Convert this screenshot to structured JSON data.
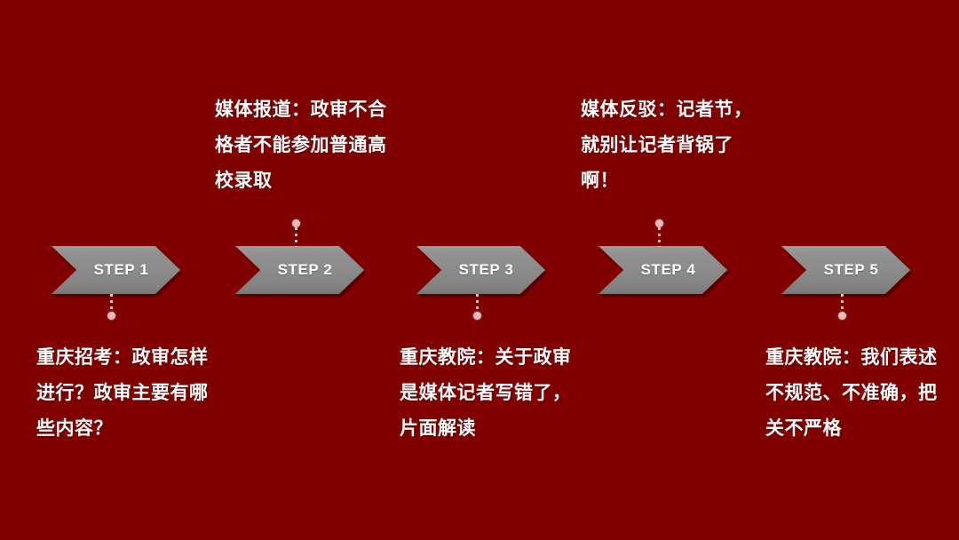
{
  "slide": {
    "background_color": "#800000",
    "shape_color": "#8a8a8a",
    "text_color": "#ffffff",
    "connector_color": "#e3bcbc"
  },
  "steps": [
    {
      "label": "STEP 1",
      "caption": "重庆招考：政审怎样进行？政审主要有哪些内容？",
      "caption_position": "below"
    },
    {
      "label": "STEP 2",
      "caption": "媒体报道：政审不合格者不能参加普通高校录取",
      "caption_position": "above"
    },
    {
      "label": "STEP 3",
      "caption": "重庆教院：关于政审是媒体记者写错了，片面解读",
      "caption_position": "below"
    },
    {
      "label": "STEP 4",
      "caption": "媒体反驳：记者节，就别让记者背锅了啊！",
      "caption_position": "above"
    },
    {
      "label": "STEP 5",
      "caption": "重庆教院：我们表述不规范、不准确，把关不严格",
      "caption_position": "below"
    }
  ]
}
